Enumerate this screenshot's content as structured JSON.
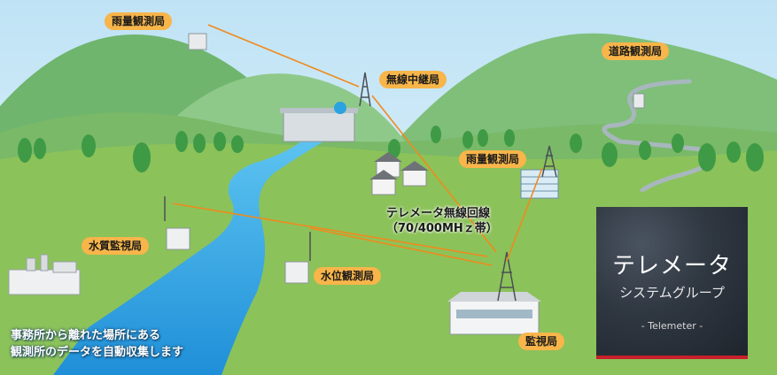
{
  "stations": {
    "rain_top": "雨量観測局",
    "relay": "無線中継局",
    "road": "道路観測局",
    "rain_mid": "雨量観測局",
    "water_quality": "水質監視局",
    "water_level": "水位観測局",
    "monitor": "監視局"
  },
  "radio": {
    "line1": "テレメータ無線回線",
    "line2": "（70/400MHｚ帯）"
  },
  "caption": {
    "line1": "事務所から離れた場所にある",
    "line2": "観測所のデータを自動収集します"
  },
  "panel": {
    "title": "テレメータ",
    "subtitle": "システムグループ",
    "english": "- Telemeter -"
  },
  "colors": {
    "label_bg": "#f7b54a",
    "link_line": "#f08a1c",
    "river": "#2fa7e6",
    "grass": "#8cc25a",
    "panel_accent": "#c8202a"
  }
}
